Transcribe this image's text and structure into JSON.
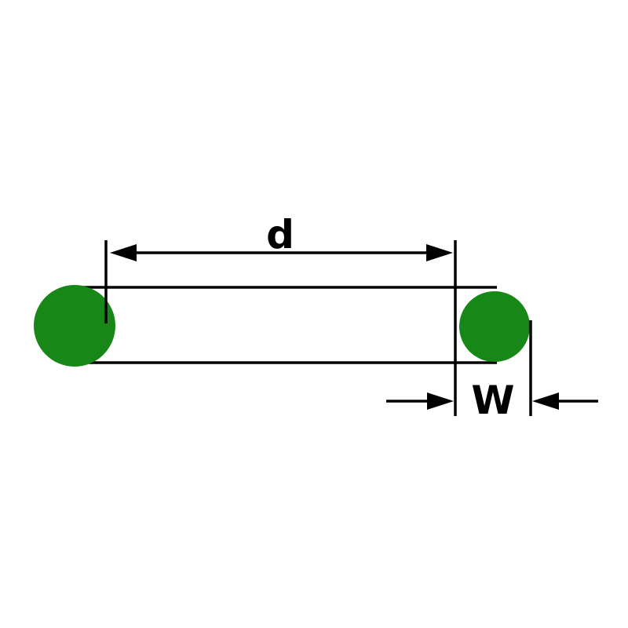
{
  "diagram": {
    "type": "o-ring-dimension-drawing",
    "labels": {
      "inner_diameter": "d",
      "cross_section_width": "W"
    },
    "colors": {
      "oring_green": "#178717",
      "line_black": "#000000",
      "background": "#ffffff"
    }
  }
}
